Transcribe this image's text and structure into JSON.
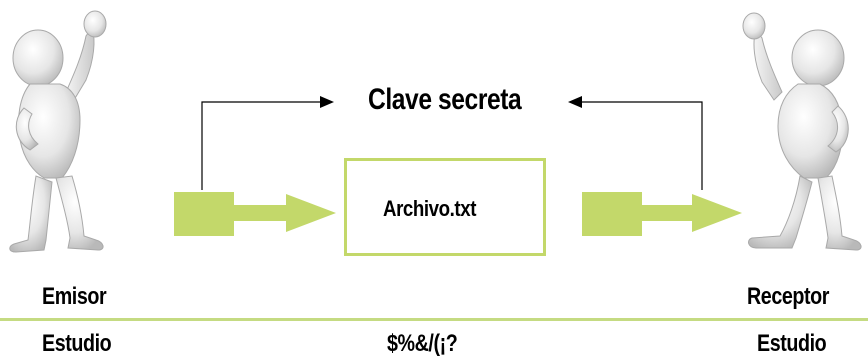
{
  "diagram": {
    "title": "Clave secreta",
    "file_label": "Archivo.txt",
    "sender_label": "Emisor",
    "receiver_label": "Receptor",
    "plaintext_left": "Estudio",
    "ciphertext": "$%&/(¡?",
    "plaintext_right": "Estudio"
  },
  "colors": {
    "accent_green": "#c3d86a",
    "line": "#000000"
  }
}
